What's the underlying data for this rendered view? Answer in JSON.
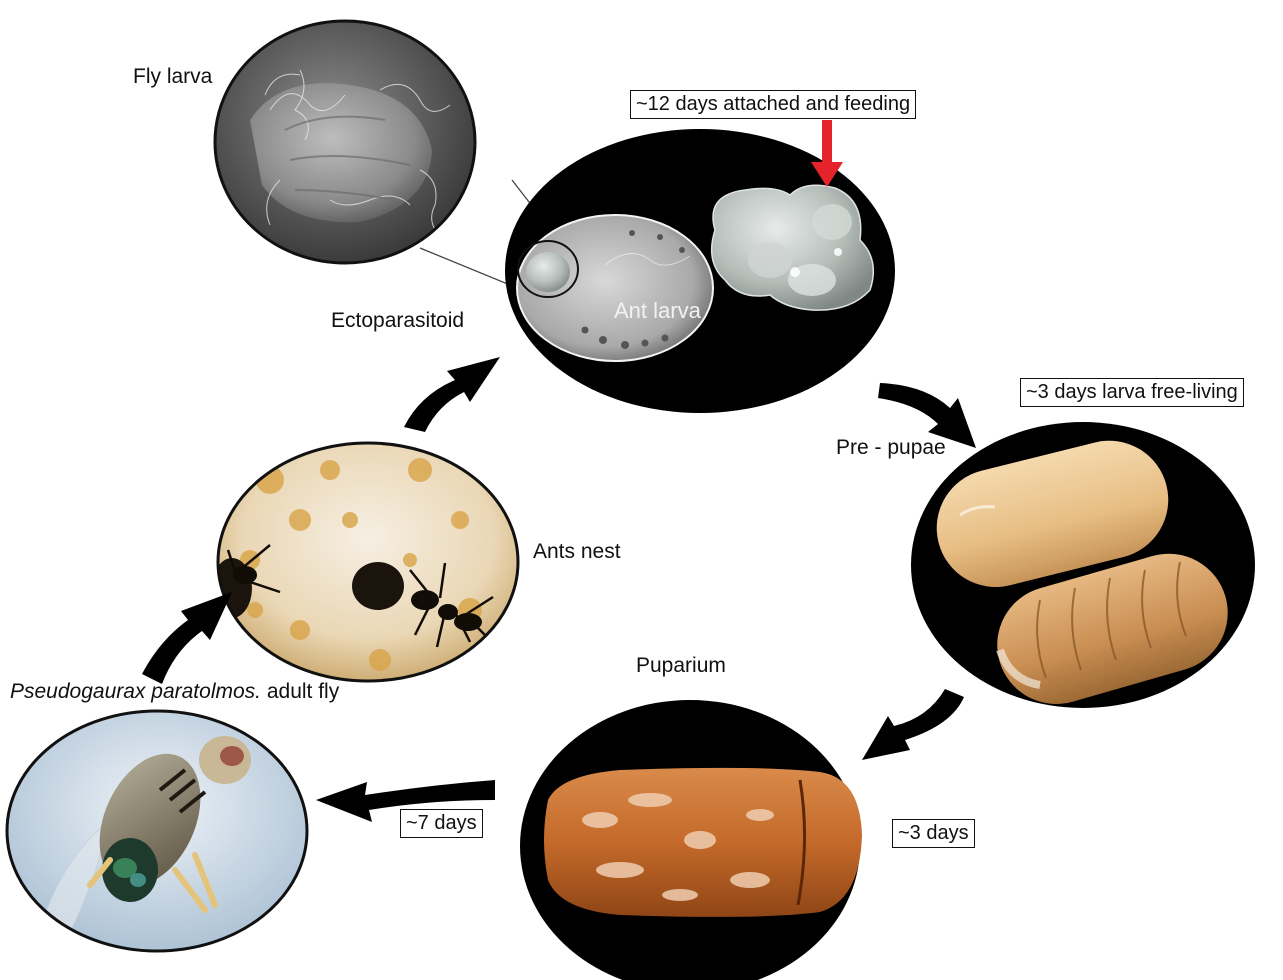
{
  "stages": {
    "fly_larva": "Fly larva",
    "ectoparasitoid": "Ectoparasitoid",
    "ant_larva": "Ant larva",
    "pre_pupae": "Pre - pupae",
    "puparium": "Puparium",
    "ants_nest": "Ants nest",
    "adult_species": "Pseudogaurax paratolmos.",
    "adult_suffix": " adult fly"
  },
  "durations": {
    "attached": "~12 days attached and feeding",
    "free_living": "~3 days larva free-living",
    "puparium_days": "~3 days",
    "adult_days": "~7 days"
  },
  "colors": {
    "arrow": "#000000",
    "highlight_arrow": "#e5232b",
    "background": "#ffffff"
  },
  "icons": {
    "cycle_arrow": "curved-arrow-icon",
    "pointer": "red-down-arrow-icon"
  }
}
